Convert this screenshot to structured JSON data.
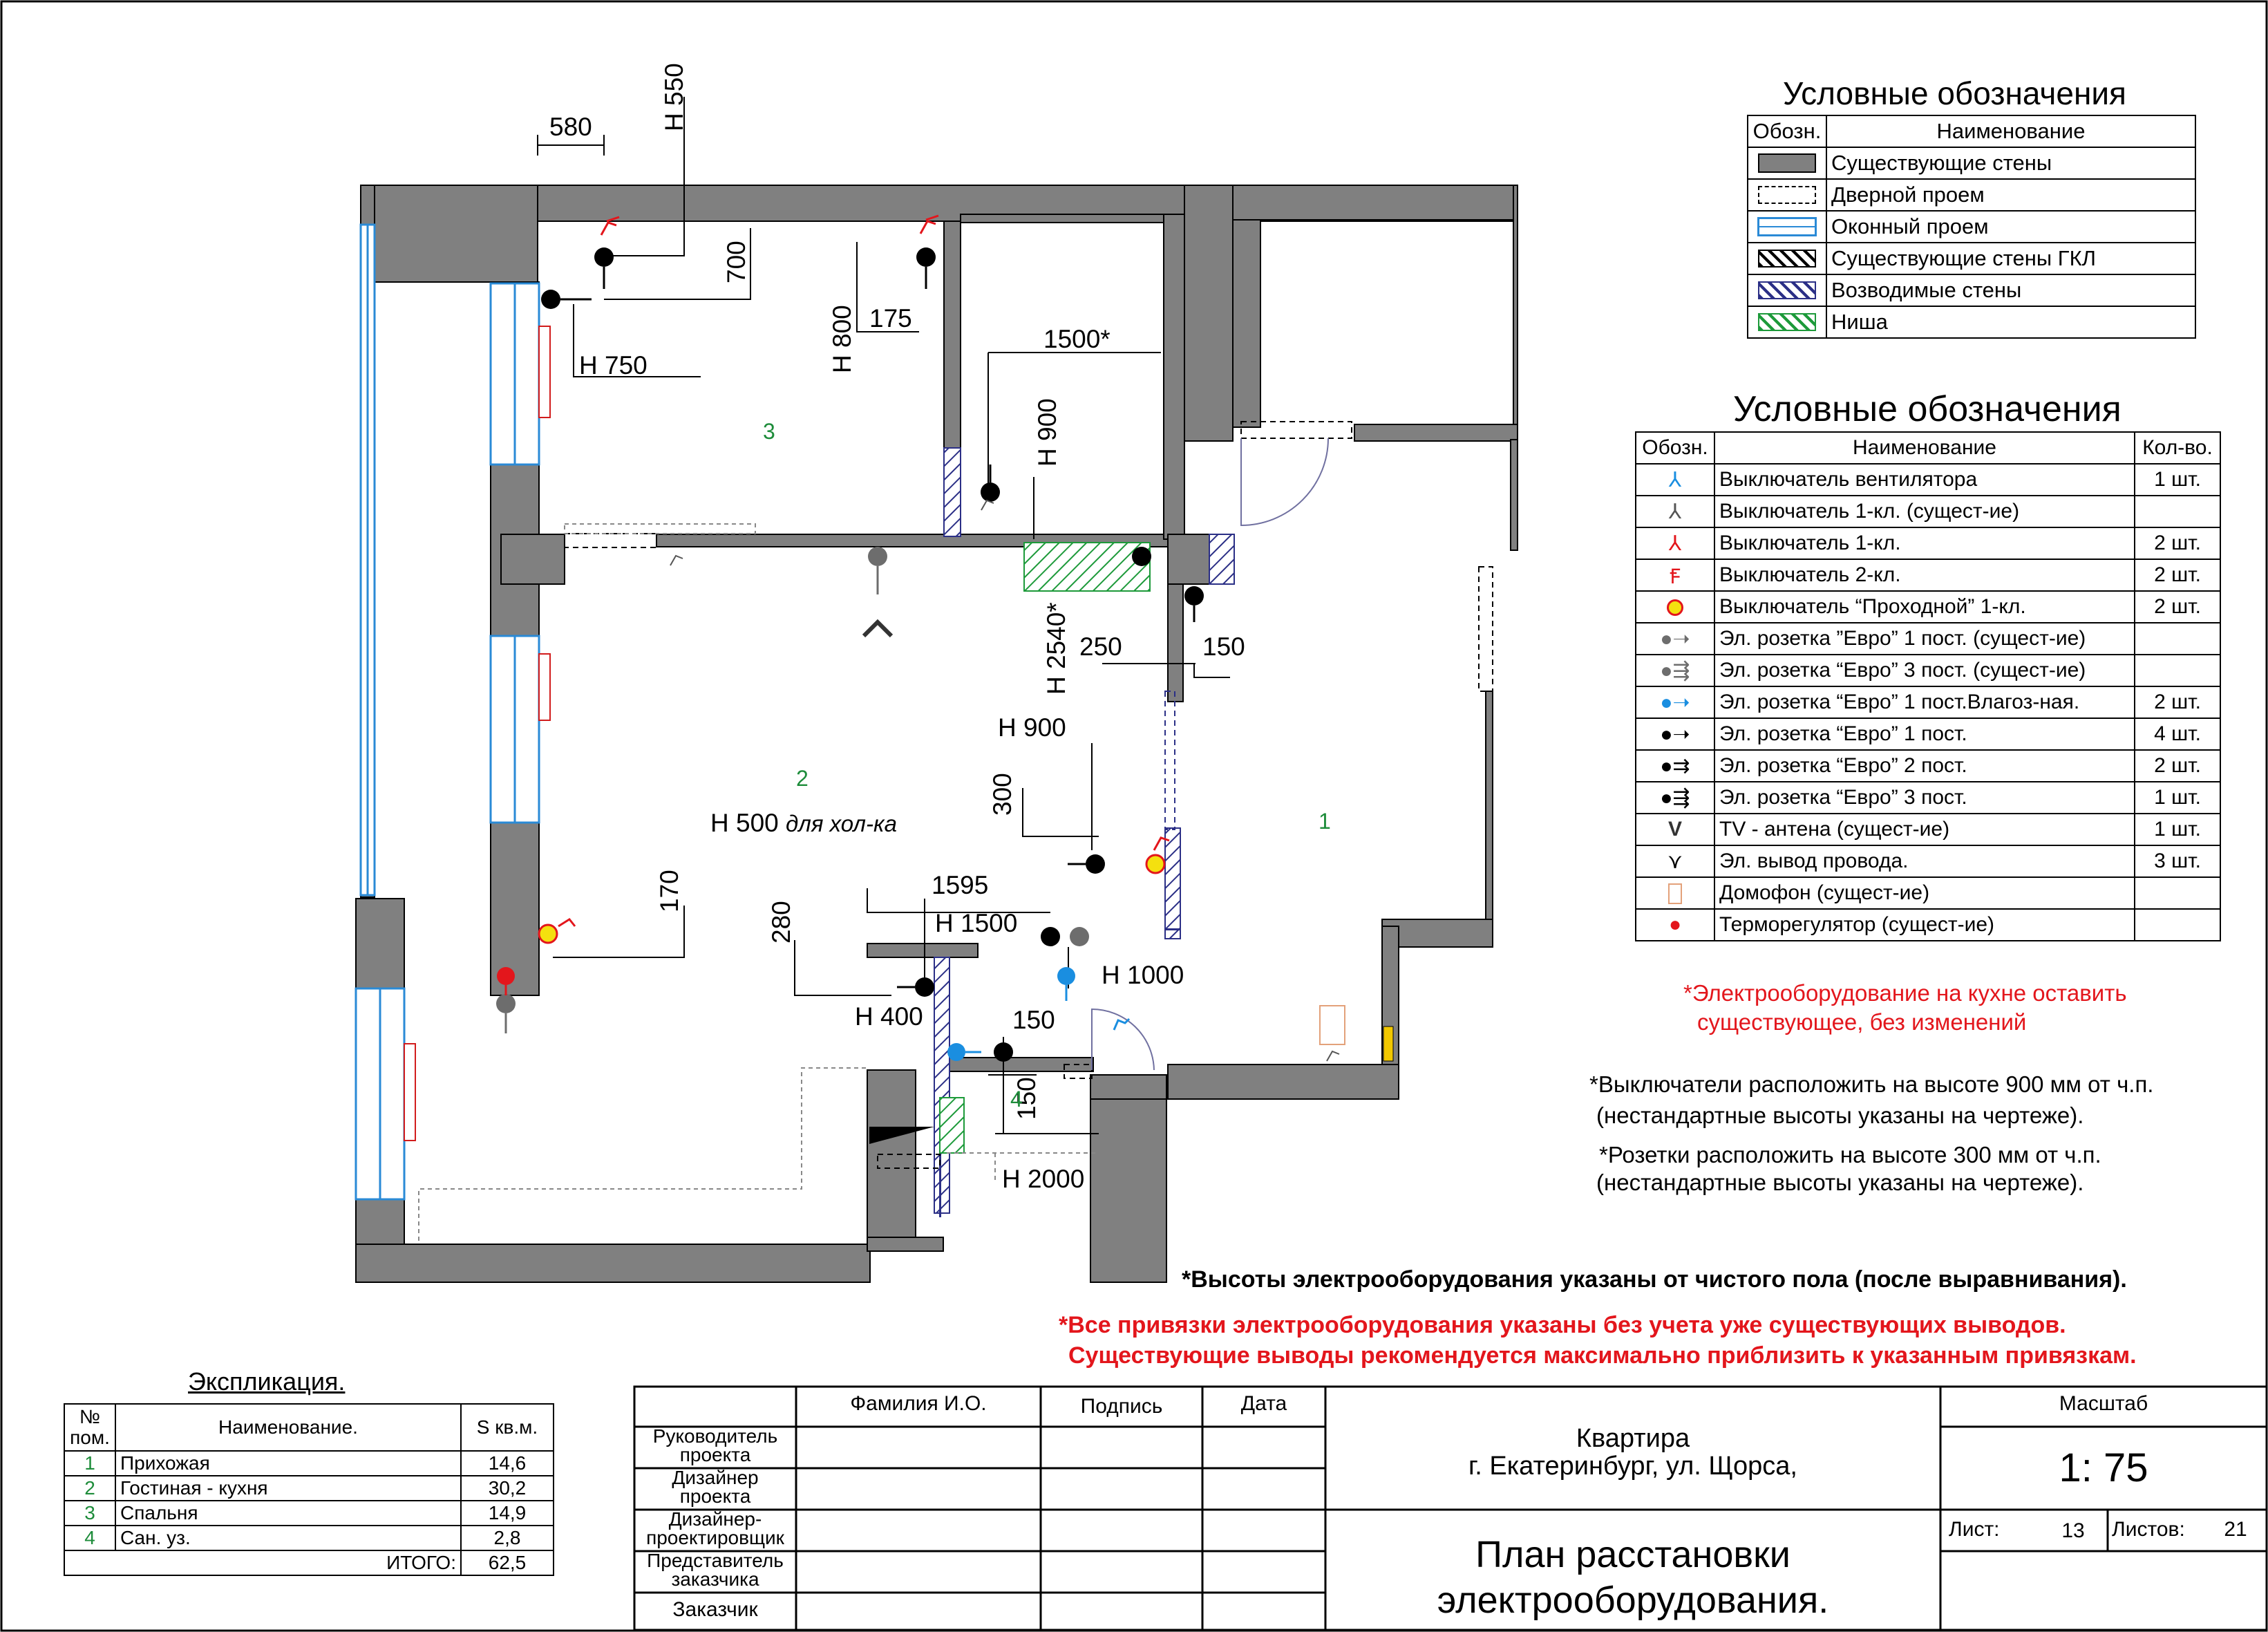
{
  "legend_top": {
    "title": "Условные обозначения",
    "col_symbol": "Обозн.",
    "col_name": "Наименование",
    "items": [
      {
        "icon": "existing-wall-symbol",
        "name": "Существующие стены"
      },
      {
        "icon": "door-opening-symbol",
        "name": "Дверной проем"
      },
      {
        "icon": "window-opening-symbol",
        "name": "Оконный проем"
      },
      {
        "icon": "drywall-wall-symbol",
        "name": "Существующие стены ГКЛ"
      },
      {
        "icon": "new-wall-symbol",
        "name": "Возводимые стены"
      },
      {
        "icon": "niche-symbol",
        "name": "Ниша"
      }
    ]
  },
  "legend_electric": {
    "title": "Условные обозначения",
    "col_symbol": "Обозн.",
    "col_name": "Наименование",
    "col_qty": "Кол-во.",
    "items": [
      {
        "icon": "fan-switch-icon",
        "name": "Выключатель вентилятора",
        "qty": "1 шт."
      },
      {
        "icon": "switch-existing-icon",
        "name": "Выключатель 1-кл. (сущест-ие)",
        "qty": ""
      },
      {
        "icon": "switch-1key-icon",
        "name": "Выключатель 1-кл.",
        "qty": "2 шт."
      },
      {
        "icon": "switch-2key-icon",
        "name": "Выключатель 2-кл.",
        "qty": "2 шт."
      },
      {
        "icon": "pass-switch-icon",
        "name": "Выключатель “Проходной” 1-кл.",
        "qty": "2 шт."
      },
      {
        "icon": "socket-1-existing-icon",
        "name": "Эл. розетка ”Евро” 1 пост. (сущест-ие)",
        "qty": ""
      },
      {
        "icon": "socket-3-existing-icon",
        "name": "Эл. розетка “Евро” 3 пост. (сущест-ие)",
        "qty": ""
      },
      {
        "icon": "socket-moisture-icon",
        "name": "Эл. розетка “Евро” 1 пост.Влагоз-ная.",
        "qty": "2 шт."
      },
      {
        "icon": "socket-1-icon",
        "name": "Эл. розетка “Евро” 1 пост.",
        "qty": "4 шт."
      },
      {
        "icon": "socket-2-icon",
        "name": "Эл. розетка “Евро” 2 пост.",
        "qty": "2 шт."
      },
      {
        "icon": "socket-3-icon",
        "name": "Эл. розетка “Евро” 3 пост.",
        "qty": "1 шт."
      },
      {
        "icon": "tv-antenna-icon",
        "name": "TV - антена (сущест-ие)",
        "qty": "1 шт."
      },
      {
        "icon": "wire-outlet-icon",
        "name": "Эл. вывод провода.",
        "qty": "3 шт."
      },
      {
        "icon": "intercom-icon",
        "name": "Домофон (сущест-ие)",
        "qty": ""
      },
      {
        "icon": "thermostat-icon",
        "name": "Терморегулятор (сущест-ие)",
        "qty": ""
      }
    ]
  },
  "notes": {
    "kitchen_1": "*Электрооборудование на кухне оставить",
    "kitchen_2": "существующее, без изменений",
    "switch_1": "*Выключатели расположить на высоте 900 мм от ч.п.",
    "switch_2": "(нестандартные высоты указаны на чертеже).",
    "socket_1": "*Розетки расположить на высоте 300 мм от ч.п.",
    "socket_2": "(нестандартные высоты указаны на чертеже).",
    "heights": "*Высоты электрооборудования указаны от чистого пола (после выравнивания).",
    "binding_1": "*Все привязки электрооборудования указаны без учета уже существующих выводов.",
    "binding_2": "Существующие выводы рекомендуется максимально приблизить к указанным привязкам."
  },
  "plan": {
    "dimensions": {
      "d580": "580",
      "h550": "Н 550",
      "d700": "700",
      "h750": "Н 750",
      "h800": "Н 800",
      "d175": "175",
      "d1500": "1500*",
      "h900a": "Н 900",
      "h2540": "Н 2540*",
      "d250": "250",
      "d150a": "150",
      "h900b": "Н 900",
      "d300": "300",
      "h500": "Н 500",
      "h500_note": "для  хол-ка",
      "d170": "170",
      "d1595": "1595",
      "h1500": "Н 1500",
      "d280": "280",
      "h1000": "Н 1000",
      "h400": "Н 400",
      "d150b": "150",
      "d150c": "150",
      "h2000": "Н 2000"
    },
    "rooms": {
      "r1": "1",
      "r2": "2",
      "r3": "3",
      "r4": "4"
    }
  },
  "explication": {
    "title": "Экспликация.",
    "col_no": "№ пом.",
    "col_name": "Наименование.",
    "col_area": "S кв.м.",
    "rows": [
      {
        "no": "1",
        "name": "Прихожая",
        "area": "14,6"
      },
      {
        "no": "2",
        "name": "Гостиная - кухня",
        "area": "30,2"
      },
      {
        "no": "3",
        "name": "Спальня",
        "area": "14,9"
      },
      {
        "no": "4",
        "name": "Сан. уз.",
        "area": "2,8"
      }
    ],
    "total_label": "ИТОГО:",
    "total_value": "62,5"
  },
  "title_block": {
    "col_name": "Фамилия И.О.",
    "col_sign": "Подпись",
    "col_date": "Дата",
    "roles": [
      "Руководитель проекта",
      "Дизайнер проекта",
      "Дизайнер-проектировщик",
      "Представитель заказчика",
      "Заказчик"
    ],
    "object_1": "Квартира",
    "object_2": "г. Екатеринбург, ул. Щорса,",
    "sheet_title_1": "План расстановки",
    "sheet_title_2": "электрооборудования.",
    "scale_label": "Масштаб",
    "scale_value": "1: 75",
    "sheet_label": "Лист:",
    "sheet_value": "13",
    "sheets_label": "Листов:",
    "sheets_value": "21"
  }
}
